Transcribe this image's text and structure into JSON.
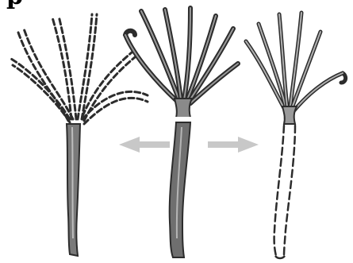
{
  "partial_heading": "p",
  "colors": {
    "ink": "#2c2c2c",
    "body_fill": "#6f6f6f",
    "body_fill_light": "#a9a9a9",
    "arrow": "#c8c8c8",
    "background": "#ffffff"
  },
  "figure": {
    "panels": [
      {
        "name": "left-organism",
        "style": "dashed-tentacles-solid-stalk"
      },
      {
        "name": "center-organism",
        "style": "solid"
      },
      {
        "name": "right-organism",
        "style": "solid-tentacles-dashed-stalk"
      }
    ],
    "arrows": [
      {
        "name": "arrow-left",
        "direction": "left"
      },
      {
        "name": "arrow-right",
        "direction": "right"
      }
    ]
  }
}
